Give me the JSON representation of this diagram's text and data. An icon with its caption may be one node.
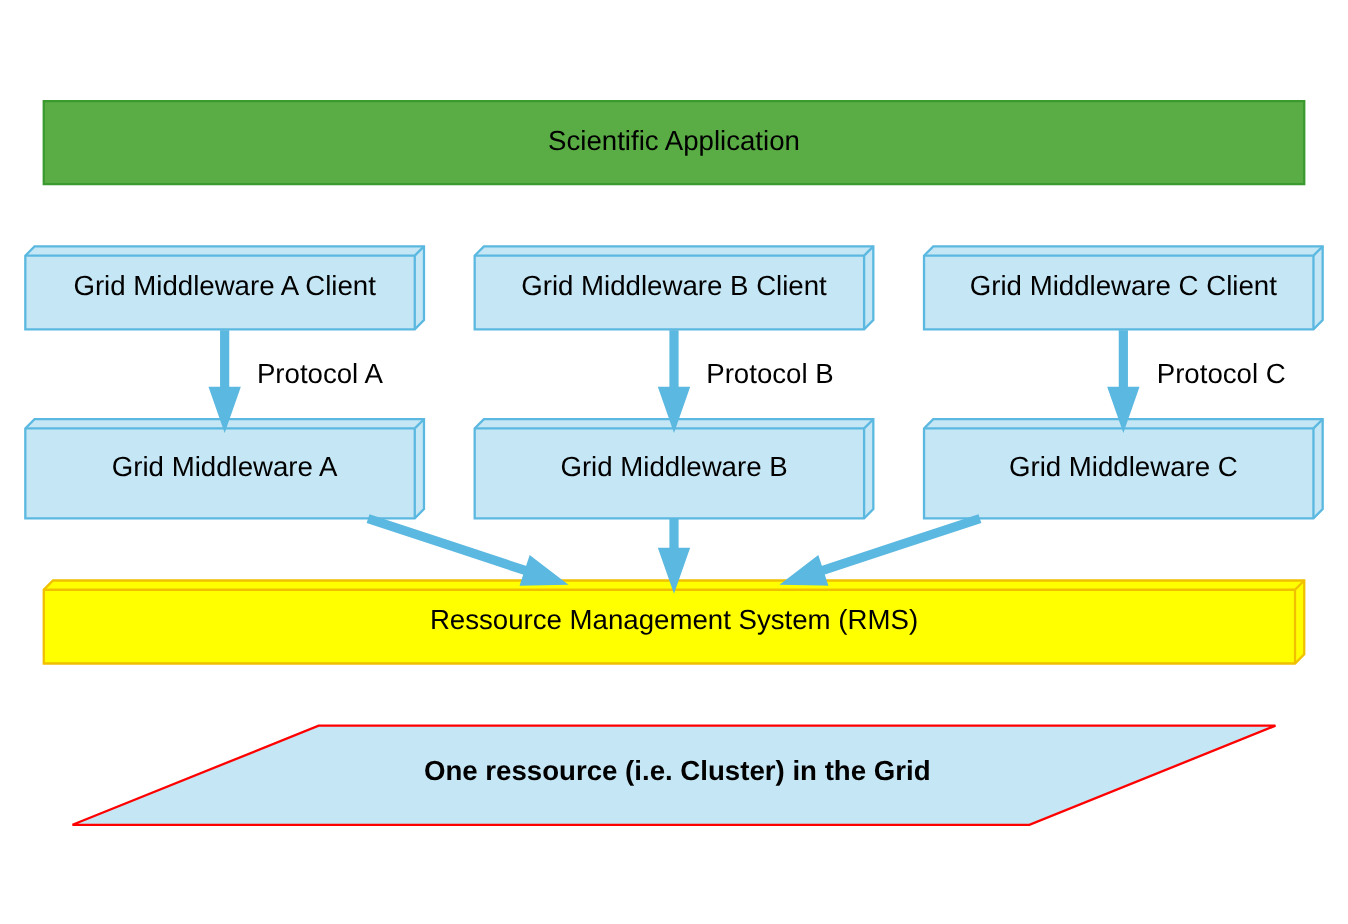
{
  "diagram": {
    "nodes": [
      {
        "text": [
          "Scientific Application"
        ]
      },
      {
        "text": [
          "Grid Middleware A Client"
        ]
      },
      {
        "text": [
          "Grid Middleware B Client"
        ]
      },
      {
        "text": [
          "Grid Middleware C Client"
        ]
      },
      {
        "text": [
          "Grid Middleware A"
        ]
      },
      {
        "text": [
          "Grid Middleware B"
        ]
      },
      {
        "text": [
          "Grid Middleware C"
        ]
      },
      {
        "text": [
          "Ressource Management System (RMS)"
        ]
      },
      {
        "text": [
          "One ressource (i.e. Cluster) in the Grid"
        ]
      }
    ],
    "edges": [
      {
        "from": 1,
        "to": 4,
        "arrow": "to",
        "label": "Protocol A"
      },
      {
        "from": 2,
        "to": 5,
        "arrow": "to",
        "label": "Protocol B"
      },
      {
        "from": 3,
        "to": 6,
        "arrow": "to",
        "label": "Protocol C"
      },
      {
        "from": 4,
        "to": 7,
        "arrow": "to"
      },
      {
        "from": 5,
        "to": 7,
        "arrow": "to"
      },
      {
        "from": 6,
        "to": 7,
        "arrow": "to"
      }
    ]
  }
}
